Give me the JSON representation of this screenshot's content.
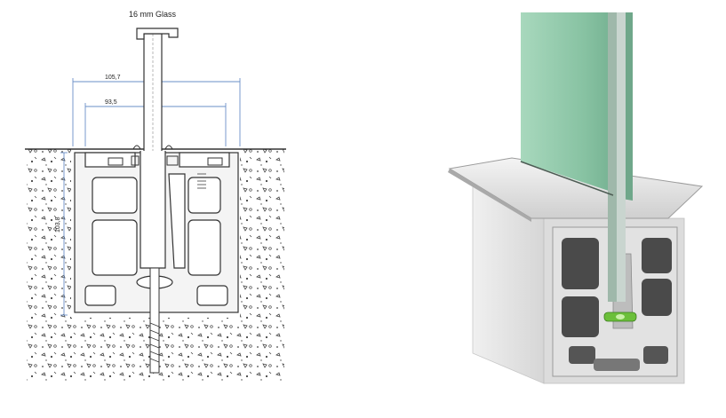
{
  "drawing": {
    "glass_label": "16 mm Glass",
    "dim_width_outer": "105,7",
    "dim_width_inner": "93,5",
    "dim_height": "103,8"
  },
  "colors": {
    "line": "#333333",
    "dimension_line": "#6a8fc7",
    "profile_fill": "#e9e9e9",
    "glass_tint": "#8fc4a8",
    "level_green": "#6bbf3a"
  },
  "icons": {
    "concrete_texture": "speckle-pattern",
    "spirit_level": "bubble-level-icon"
  }
}
